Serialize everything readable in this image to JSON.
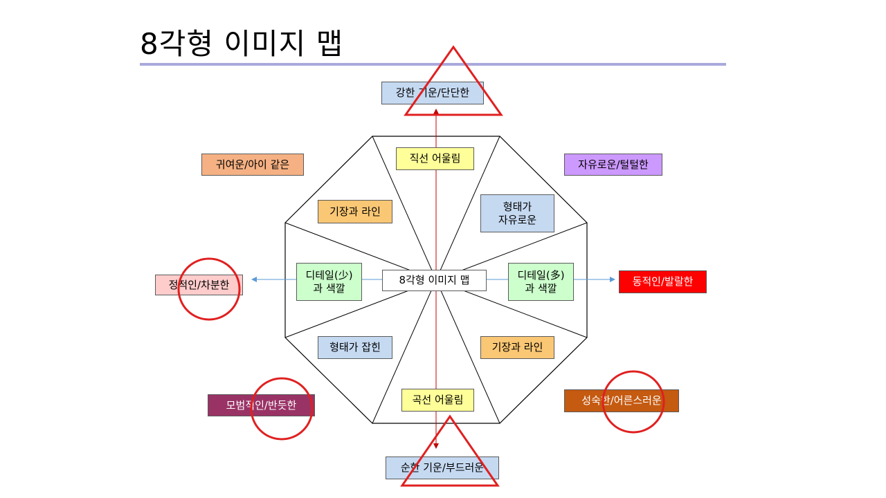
{
  "title": "8각형 이미지 맵",
  "center_label": "8각형 이미지 맵",
  "outer_labels": {
    "top": "강한 기운/단단한",
    "top_left": "귀여운/아이 같은",
    "top_right": "자유로운/털털한",
    "left": "정적인/차분한",
    "right": "동적인/발랄한",
    "bottom_left": "모범적인/반듯한",
    "bottom_right": "성숙한/어른스러운",
    "bottom": "순한 기운/부드러운"
  },
  "inner_labels": {
    "top": "직선 어울림",
    "upper_left": "기장과 라인",
    "upper_right": "형태가\n자유로운",
    "left": "디테일(少)\n과 색깔",
    "right": "디테일(多)\n과 색깔",
    "lower_left": "형태가 잡힌",
    "lower_right": "기장과 라인",
    "bottom": "곡선 어울림"
  },
  "colors": {
    "light_blue": "#c5d9f1",
    "orange_peach": "#f5b183",
    "lavender": "#cc99ff",
    "pink": "#ffcccc",
    "red": "#ff0000",
    "maroon": "#993366",
    "burnt_orange": "#c55a11",
    "yellow": "#ffff99",
    "light_orange": "#fac775",
    "light_green": "#ccffcc",
    "annotation_red": "#e02020",
    "axis_blue": "#5b9bd5",
    "axis_red": "#c00000"
  }
}
